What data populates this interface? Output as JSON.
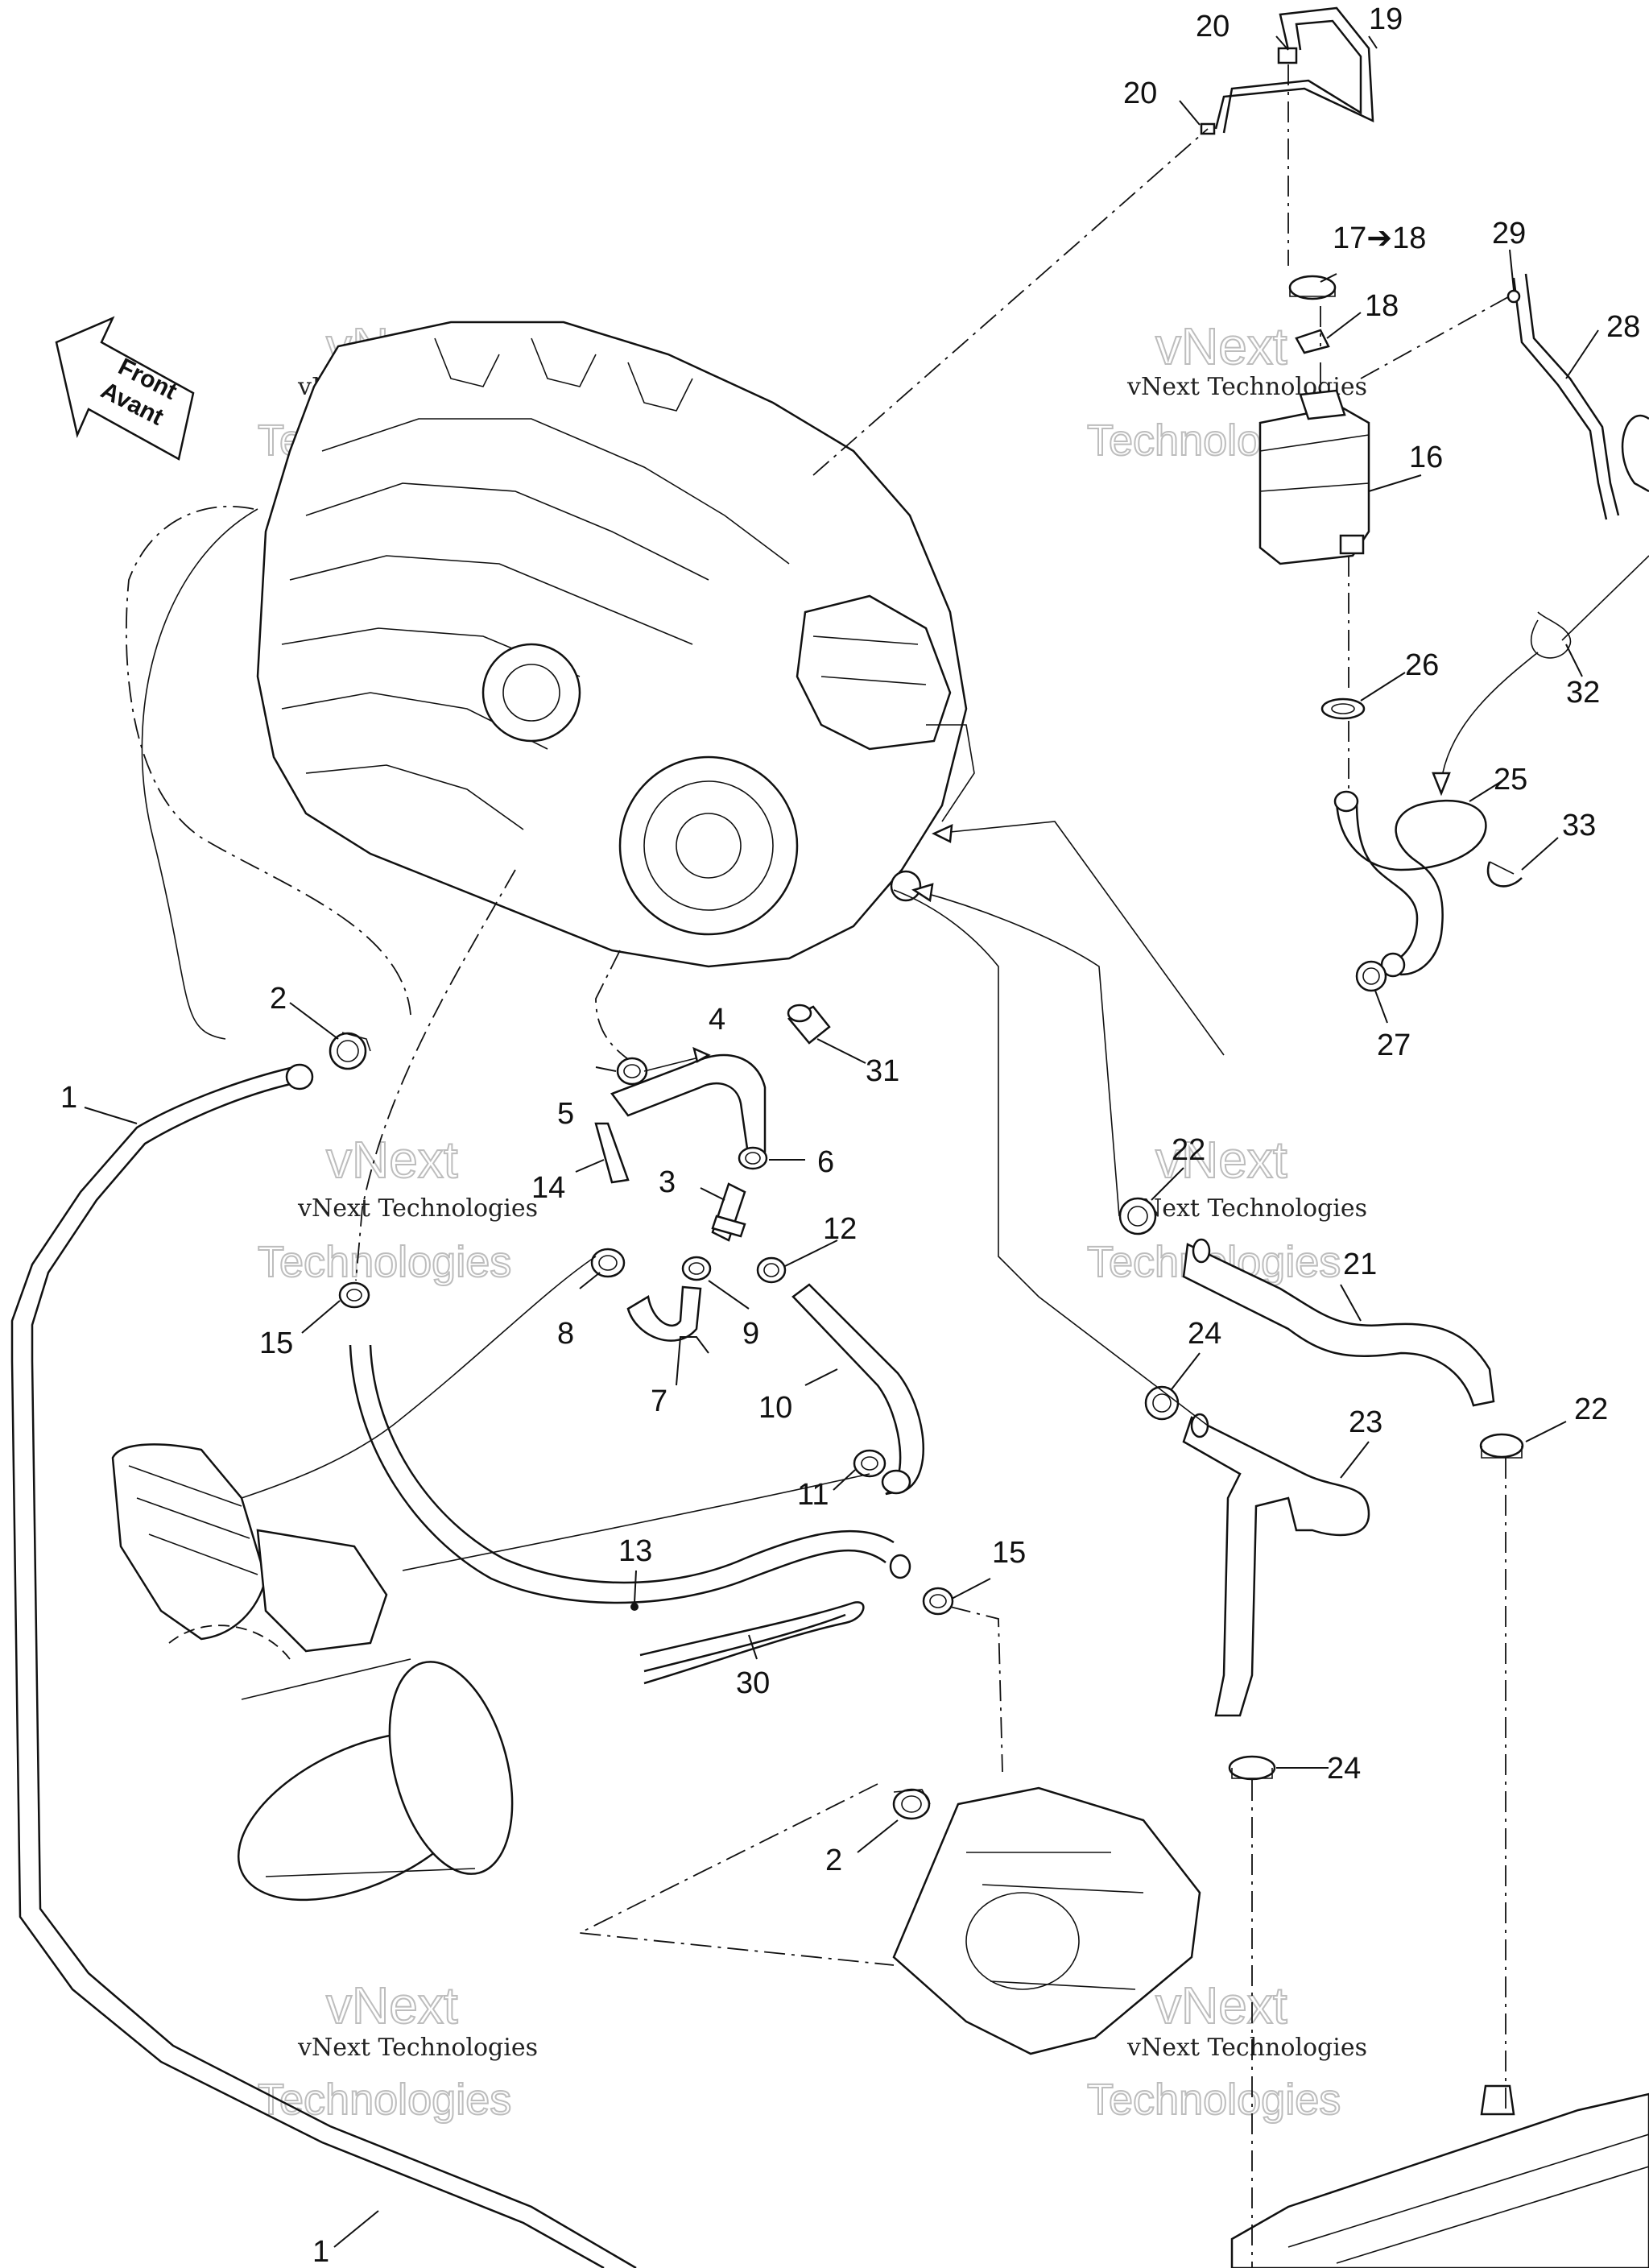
{
  "direction_arrow": {
    "line1": "Front",
    "line2": "Avant"
  },
  "watermark": {
    "line1": "vNext",
    "line2": "vNext Technologies",
    "line3": "Technologies"
  },
  "callouts": {
    "c1a": "1",
    "c1b": "1",
    "c2a": "2",
    "c2b": "2",
    "c3": "3",
    "c4": "4",
    "c5": "5",
    "c6": "6",
    "c7": "7",
    "c8": "8",
    "c9": "9",
    "c10": "10",
    "c11": "11",
    "c12": "12",
    "c13": "13",
    "c14": "14",
    "c15a": "15",
    "c15b": "15",
    "c16": "16",
    "c17": "17➔18",
    "c18": "18",
    "c19": "19",
    "c20a": "20",
    "c20b": "20",
    "c21": "21",
    "c22a": "22",
    "c22b": "22",
    "c23": "23",
    "c24a": "24",
    "c24b": "24",
    "c25": "25",
    "c26": "26",
    "c27": "27",
    "c28": "28",
    "c29": "29",
    "c30": "30",
    "c31": "31",
    "c32": "32",
    "c33": "33"
  }
}
